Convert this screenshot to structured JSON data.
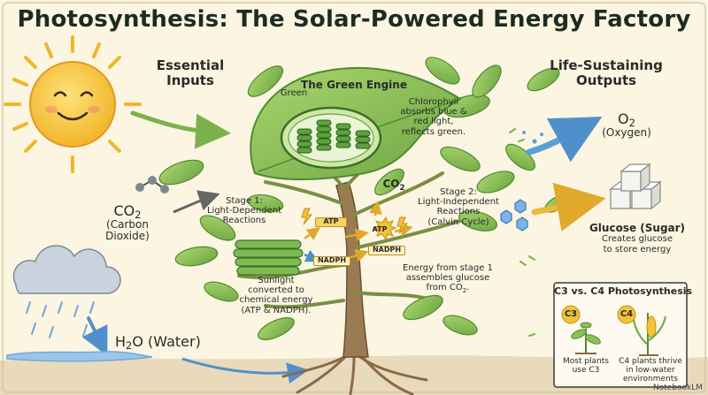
{
  "title": "Photosynthesis: The Solar-Powered Energy Factory",
  "inputs": {
    "heading_line1": "Essential",
    "heading_line2": "Inputs",
    "co2_formula": "CO",
    "co2_sub": "2",
    "co2_name_line1": "(Carbon",
    "co2_name_line2": "Dioxide)",
    "water_formula": "H",
    "water_sub": "2",
    "water_rest": "O (Water)"
  },
  "outputs": {
    "heading_line1": "Life-Sustaining",
    "heading_line2": "Outputs",
    "o2_formula": "O",
    "o2_sub": "2",
    "o2_name": "(Oxygen)",
    "glucose_name": "Glucose (Sugar)",
    "glucose_desc_line1": "Creates glucose",
    "glucose_desc_line2": "to store energy"
  },
  "engine": {
    "heading": "The Green Engine",
    "green_label": "Green",
    "desc_line1": "Chlorophyll",
    "desc_line2": "absorbs blue &",
    "desc_line3": "red light,",
    "desc_line4": "reflects green."
  },
  "stage1": {
    "line1": "Stage 1:",
    "line2": "Light-Dependent",
    "line3": "Reactions",
    "desc_line1": "Sunlight",
    "desc_line2": "converted to",
    "desc_line3": "chemical energy",
    "desc_line4": "(ATP & NADPH)."
  },
  "stage2": {
    "line1": "Stage 2:",
    "line2": "Light-Independent",
    "line3": "Reactions",
    "line4": "(Calvin Cycle)",
    "desc_line1": "Energy from stage 1",
    "desc_line2": "assembles glucose",
    "desc_line3": "from CO",
    "desc_sub": "2",
    "desc_end": "."
  },
  "center_co2": {
    "formula": "CO",
    "sub": "2"
  },
  "molecules": {
    "atp": "ATP",
    "atp2": "ATP",
    "nadph": "NADPH",
    "nadph2": "NADPH"
  },
  "c3c4": {
    "heading": "C3 vs. C4 Photosynthesis",
    "c3_badge": "C3",
    "c4_badge": "C4",
    "c3_line1": "Most plants",
    "c3_line2": "use C3",
    "c4_line1": "C4 plants thrive",
    "c4_line2": "in low-water",
    "c4_line3": "environments"
  },
  "watermark": "NotebookLM",
  "colors": {
    "background": "#fbf5e2",
    "leaf": "#8cc05a",
    "leaf_dark": "#4f8a33",
    "sun": "#f6c53a",
    "arrow_blue": "#5a9fd6",
    "arrow_gold": "#e8b93c",
    "trunk": "#8b6a45"
  }
}
